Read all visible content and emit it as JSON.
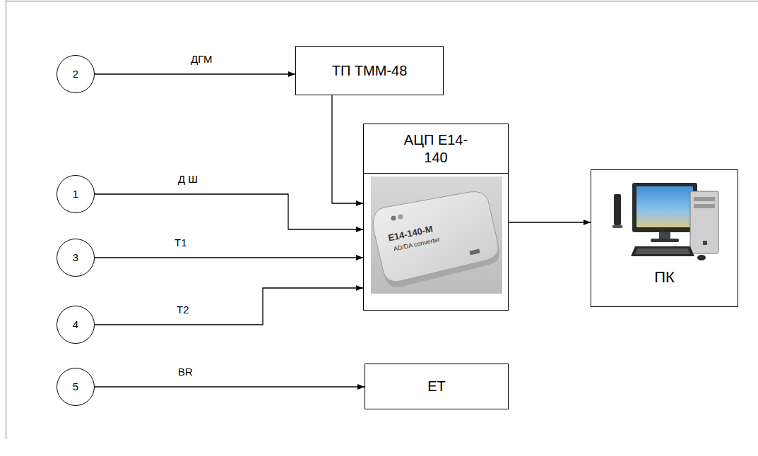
{
  "diagram": {
    "nodes": [
      {
        "text": [
          "2"
        ]
      },
      {
        "text": [
          "ТП ТММ-48"
        ]
      },
      {
        "text": [
          "АЦП Е14-140"
        ]
      },
      {
        "text": [
          "1"
        ]
      },
      {
        "text": [
          "ПК"
        ]
      },
      {
        "text": [
          "3"
        ]
      },
      {
        "text": [
          "4"
        ]
      },
      {
        "text": [
          "5"
        ]
      },
      {
        "text": [
          "ЕТ"
        ]
      }
    ],
    "edges": [
      {
        "from": 0,
        "to": 1,
        "label": "ДГМ",
        "arrow": "to"
      },
      {
        "from": 1,
        "to": 2,
        "arrow": "to"
      },
      {
        "from": 3,
        "to": 2,
        "label": "Д Ш",
        "arrow": "to"
      },
      {
        "from": 5,
        "to": 2,
        "label": "Т1",
        "arrow": "to"
      },
      {
        "from": 6,
        "to": 2,
        "label": "Т2",
        "arrow": "to"
      },
      {
        "from": 2,
        "to": 4,
        "arrow": "to"
      },
      {
        "from": 7,
        "to": 8,
        "label": "BR",
        "arrow": "to"
      }
    ],
    "labels": [
      "E14-140-M",
      "AD/DA converter"
    ]
  }
}
